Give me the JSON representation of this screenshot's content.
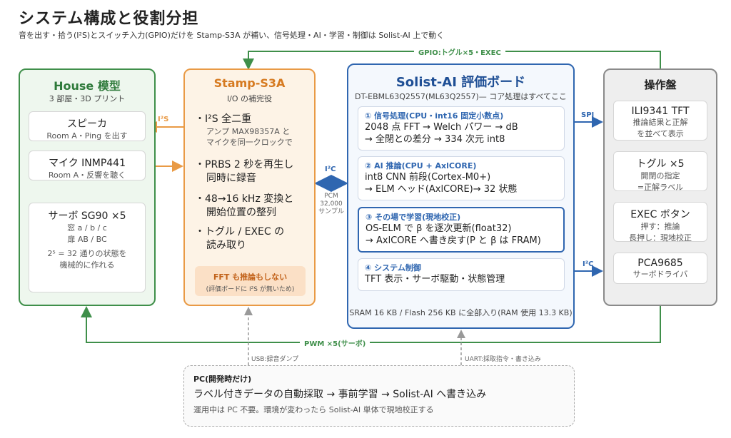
{
  "title": "システム構成と役割分担",
  "subtitle": "音を出す・拾う(I²S)とスイッチ入力(GPIO)だけを Stamp-S3A が補い、信号処理・AI・学習・制御は Solist-AI 上で動く",
  "house": {
    "title": "House 模型",
    "subtitle": "3 部屋・3D プリント",
    "speaker": {
      "title": "スピーカ",
      "desc": "Room A・Ping を出す"
    },
    "mic": {
      "title": "マイク INMP441",
      "desc": "Room A・反響を聴く"
    },
    "servo": {
      "title": "サーボ SG90 ×5",
      "line1": "窓 a / b / c",
      "line2": "扉 AB / BC",
      "line3": "2⁵ = 32 通りの状態を",
      "line4": "機械的に作れる"
    }
  },
  "stamp": {
    "title": "Stamp-S3A",
    "subtitle": "I/O の補完役",
    "b1": "・I²S 全二重",
    "b1s1": "アンプ MAX98357A と",
    "b1s2": "マイクを同一クロックで",
    "b2l1": "・PRBS 2 秒を再生し",
    "b2l2": "同時に録音",
    "b3l1": "・48→16 kHz 変換と",
    "b3l2": "開始位置の整列",
    "b4l1": "・トグル / EXEC の",
    "b4l2": "読み取り",
    "note_title": "FFT も推論もしない",
    "note_desc": "(評価ボードに I²S が無いため)"
  },
  "solist": {
    "title": "Solist-AI 評価ボード",
    "subtitle": "DT-EBML63Q2557(ML63Q2557)— コア処理はすべてここ",
    "s1": {
      "h": "① 信号処理(CPU・int16 固定小数点)",
      "l1": "2048 点 FFT → Welch パワー → dB",
      "l2": "→ 全閉との差分 → 334 次元 int8"
    },
    "s2": {
      "h": "② AI 推論(CPU + AxlCORE)",
      "l1": "int8 CNN 前段(Cortex-M0+)",
      "l2": "→ ELM ヘッド(AxlCORE)→ 32 状態"
    },
    "s3": {
      "h": "③ その場で学習(現地校正)",
      "l1": "OS-ELM で β を逐次更新(float32)",
      "l2": "→ AxlCORE へ書き戻す(P と β は FRAM)"
    },
    "s4": {
      "h": "④ システム制御",
      "l1": "TFT 表示・サーボ駆動・状態管理"
    },
    "footer": "SRAM 16 KB / Flash 256 KB に全部入り(RAM 使用 13.3 KB)"
  },
  "panel": {
    "title": "操作盤",
    "tft": {
      "title": "ILI9341 TFT",
      "l1": "推論結果と正解",
      "l2": "を並べて表示"
    },
    "toggle": {
      "title": "トグル ×5",
      "l1": "開閉の指定",
      "l2": "=正解ラベル"
    },
    "exec": {
      "title": "EXEC ボタン",
      "l1": "押す：推論",
      "l2": "長押し：現地校正"
    },
    "pca": {
      "title": "PCA9685",
      "l1": "サーボドライバ"
    }
  },
  "pc": {
    "title": "PC(開発時だけ)",
    "line1": "ラベル付きデータの自動採取 → 事前学習 → Solist-AI へ書き込み",
    "line2": "運用中は PC 不要。環境が変わったら Solist-AI 単体で現地校正する"
  },
  "links": {
    "gpio": "GPIO:トグル×5・EXEC",
    "i2s": "I²S",
    "i2c_mid": "I²C",
    "pcm1": "PCM",
    "pcm2": "32,000",
    "pcm3": "サンプル",
    "spi": "SPI",
    "i2c_right": "I²C",
    "pwm": "PWM ×5(サーボ)",
    "usb": "USB:録音ダンプ",
    "uart": "UART:採取指令・書き込み"
  },
  "colors": {
    "green": "#3f8f4a",
    "orange": "#e99a45",
    "blue": "#2f66b0",
    "gray": "#8a8a8a"
  }
}
